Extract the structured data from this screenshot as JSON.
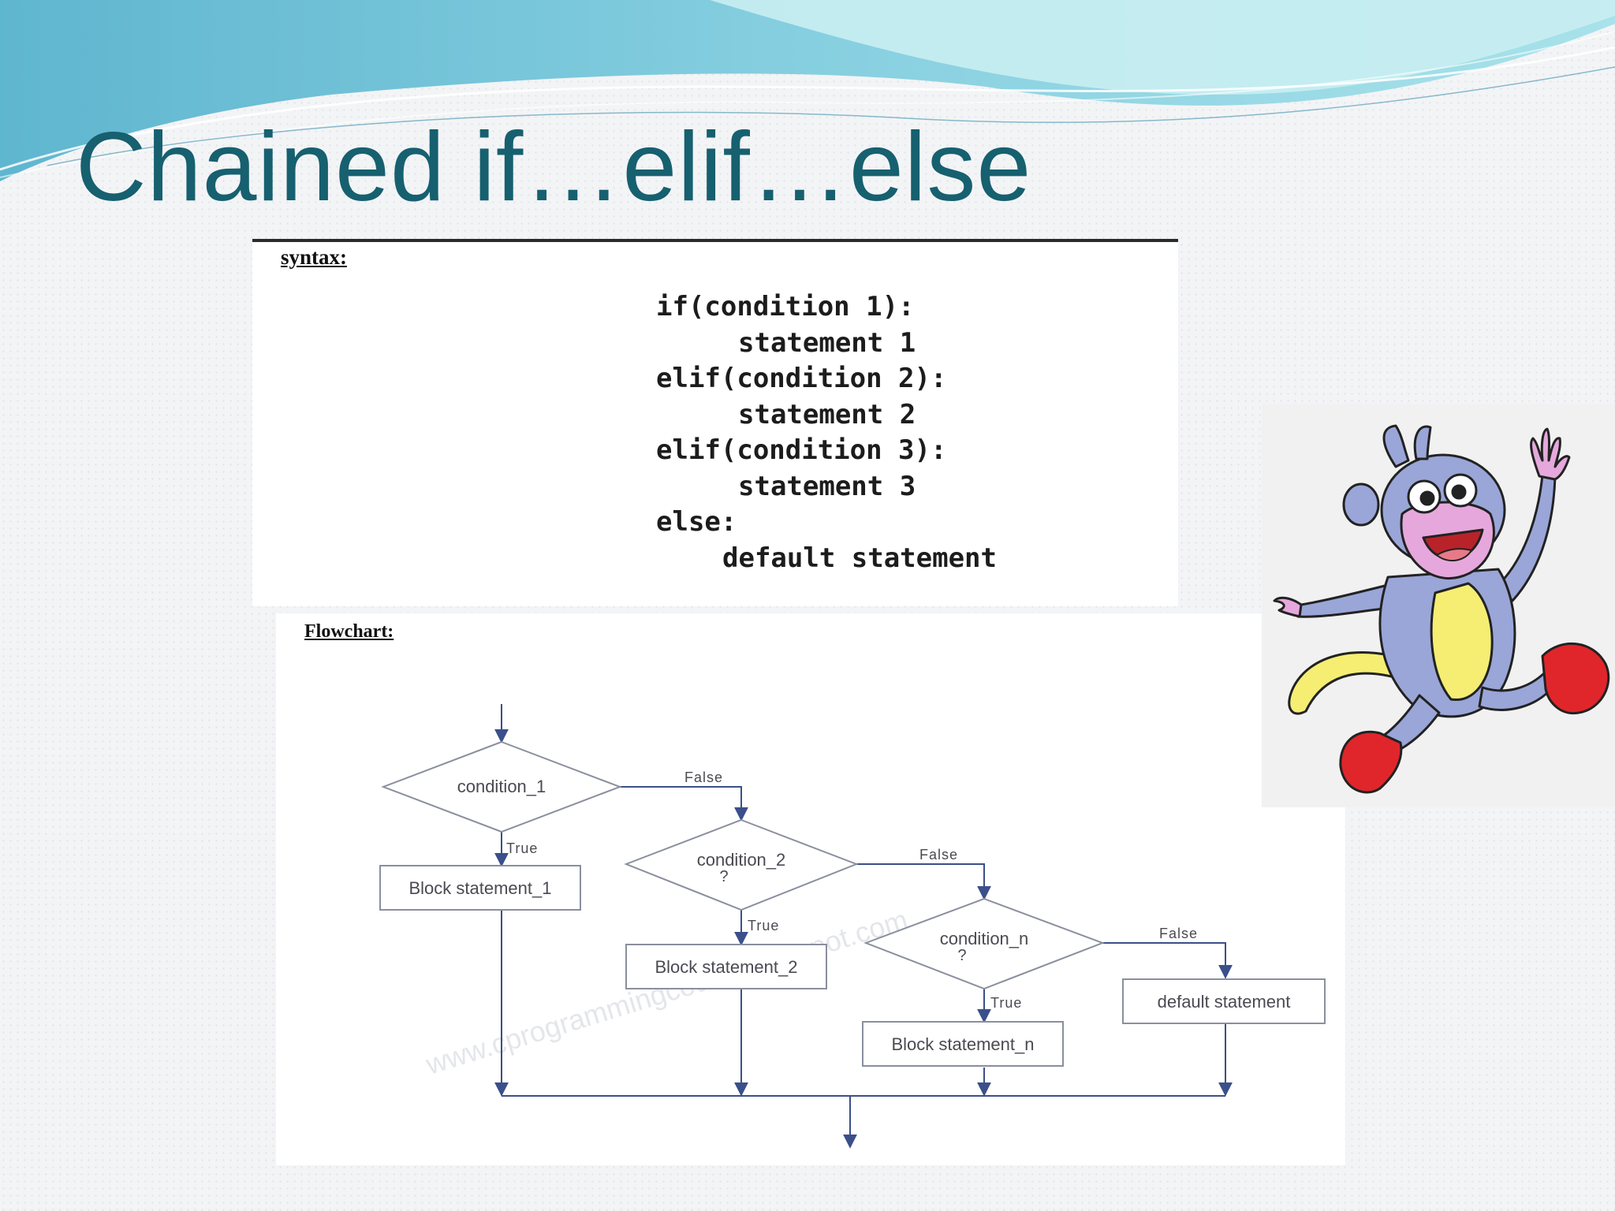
{
  "slide": {
    "title": "Chained if…elif…else"
  },
  "syntax": {
    "label": "syntax:",
    "lines": [
      "if(condition 1):",
      "statement 1",
      "elif(condition 2):",
      "statement 2",
      "elif(condition 3):",
      "statement 3",
      "else:",
      "default statement"
    ]
  },
  "flowchart": {
    "label": "Flowchart:",
    "decisions": [
      {
        "label": "condition_1"
      },
      {
        "label": "condition_2",
        "mark": "?"
      },
      {
        "label": "condition_n",
        "mark": "?"
      }
    ],
    "blocks": [
      "Block statement_1",
      "Block statement_2",
      "Block statement_n",
      "default statement"
    ],
    "edge_true": "True",
    "edge_false": "False",
    "watermark": "www.cprogrammingcodes.blogspot.com",
    "line_color": "#3b4f8a"
  },
  "decor": {
    "title_color": "#16606f",
    "wave_colors": [
      "#78c8da",
      "#9fe0ea",
      "#5fb6cf"
    ],
    "mascot": {
      "icon": "monkey-mascot-icon",
      "body": "#9aa6d8",
      "face": "#e6a8dc",
      "belly": "#f7ef7a",
      "boots": "#e0262b"
    }
  }
}
